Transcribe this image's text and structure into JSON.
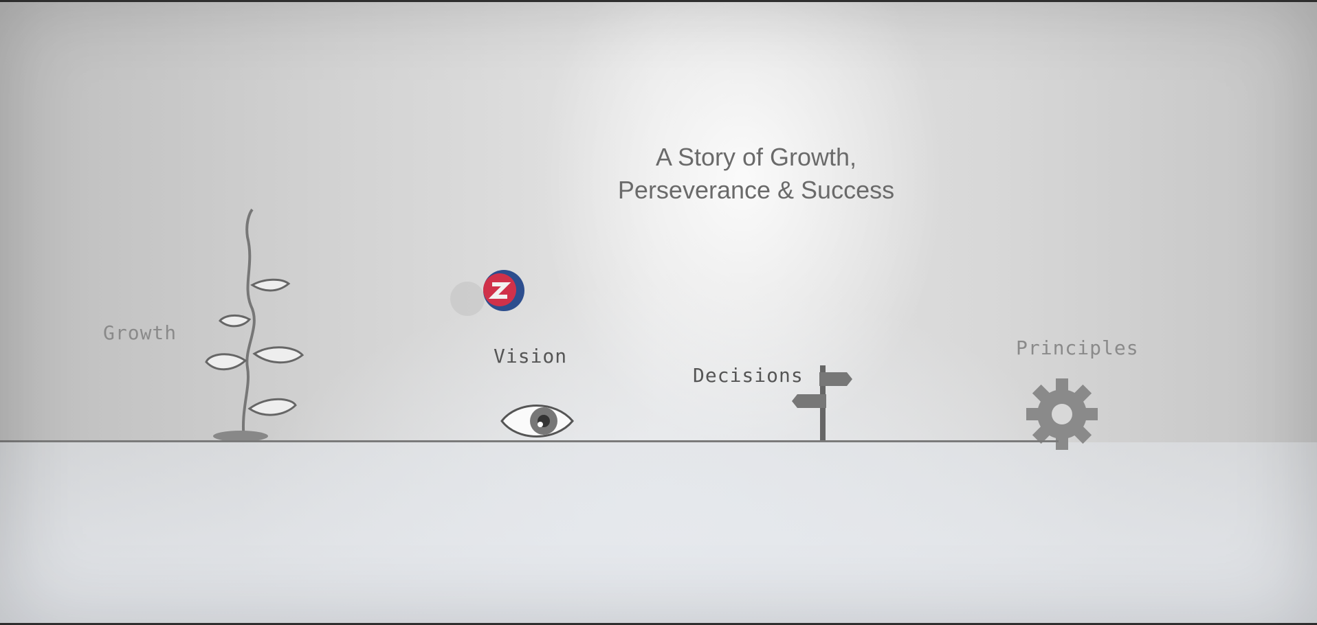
{
  "title": {
    "line1": "A Story of Growth,",
    "line2": "Perseverance & Success"
  },
  "milestones": [
    {
      "label": "Growth",
      "icon": "plant-icon"
    },
    {
      "label": "Vision",
      "icon": "eye-icon"
    },
    {
      "label": "Decisions",
      "icon": "signpost-icon"
    },
    {
      "label": "Principles",
      "icon": "gear-icon"
    }
  ],
  "ball": {
    "icon": "logo-ball-icon"
  },
  "colors": {
    "ink": "#6a6a6a",
    "ball_blue": "#2d4e8e",
    "ball_red": "#d0314a"
  }
}
